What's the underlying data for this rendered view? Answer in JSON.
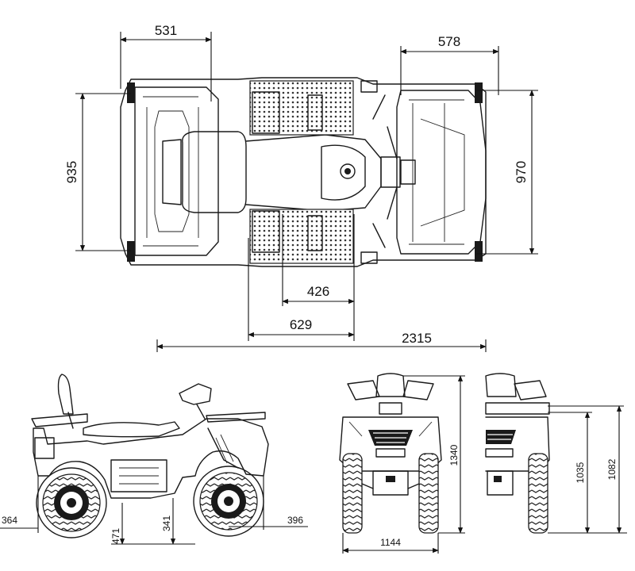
{
  "diagram": {
    "top_view": {
      "dimensions": {
        "front_overhang": "531",
        "rear_overhang": "578",
        "overall_width": "935",
        "rear_width": "970",
        "footrest_offset": "426",
        "seat_offset": "629",
        "overall_length": "2315"
      }
    },
    "side_view": {
      "dimensions": {
        "front_wheel_height": "364",
        "ground_clearance": "471",
        "frame_clearance": "341",
        "rear_wheel_height": "396"
      }
    },
    "front_view": {
      "dimensions": {
        "overall_height": "1340",
        "track_width": "1144"
      }
    },
    "rear_view": {
      "dimensions": {
        "seat_height": "1035",
        "rack_height": "1082"
      }
    }
  }
}
